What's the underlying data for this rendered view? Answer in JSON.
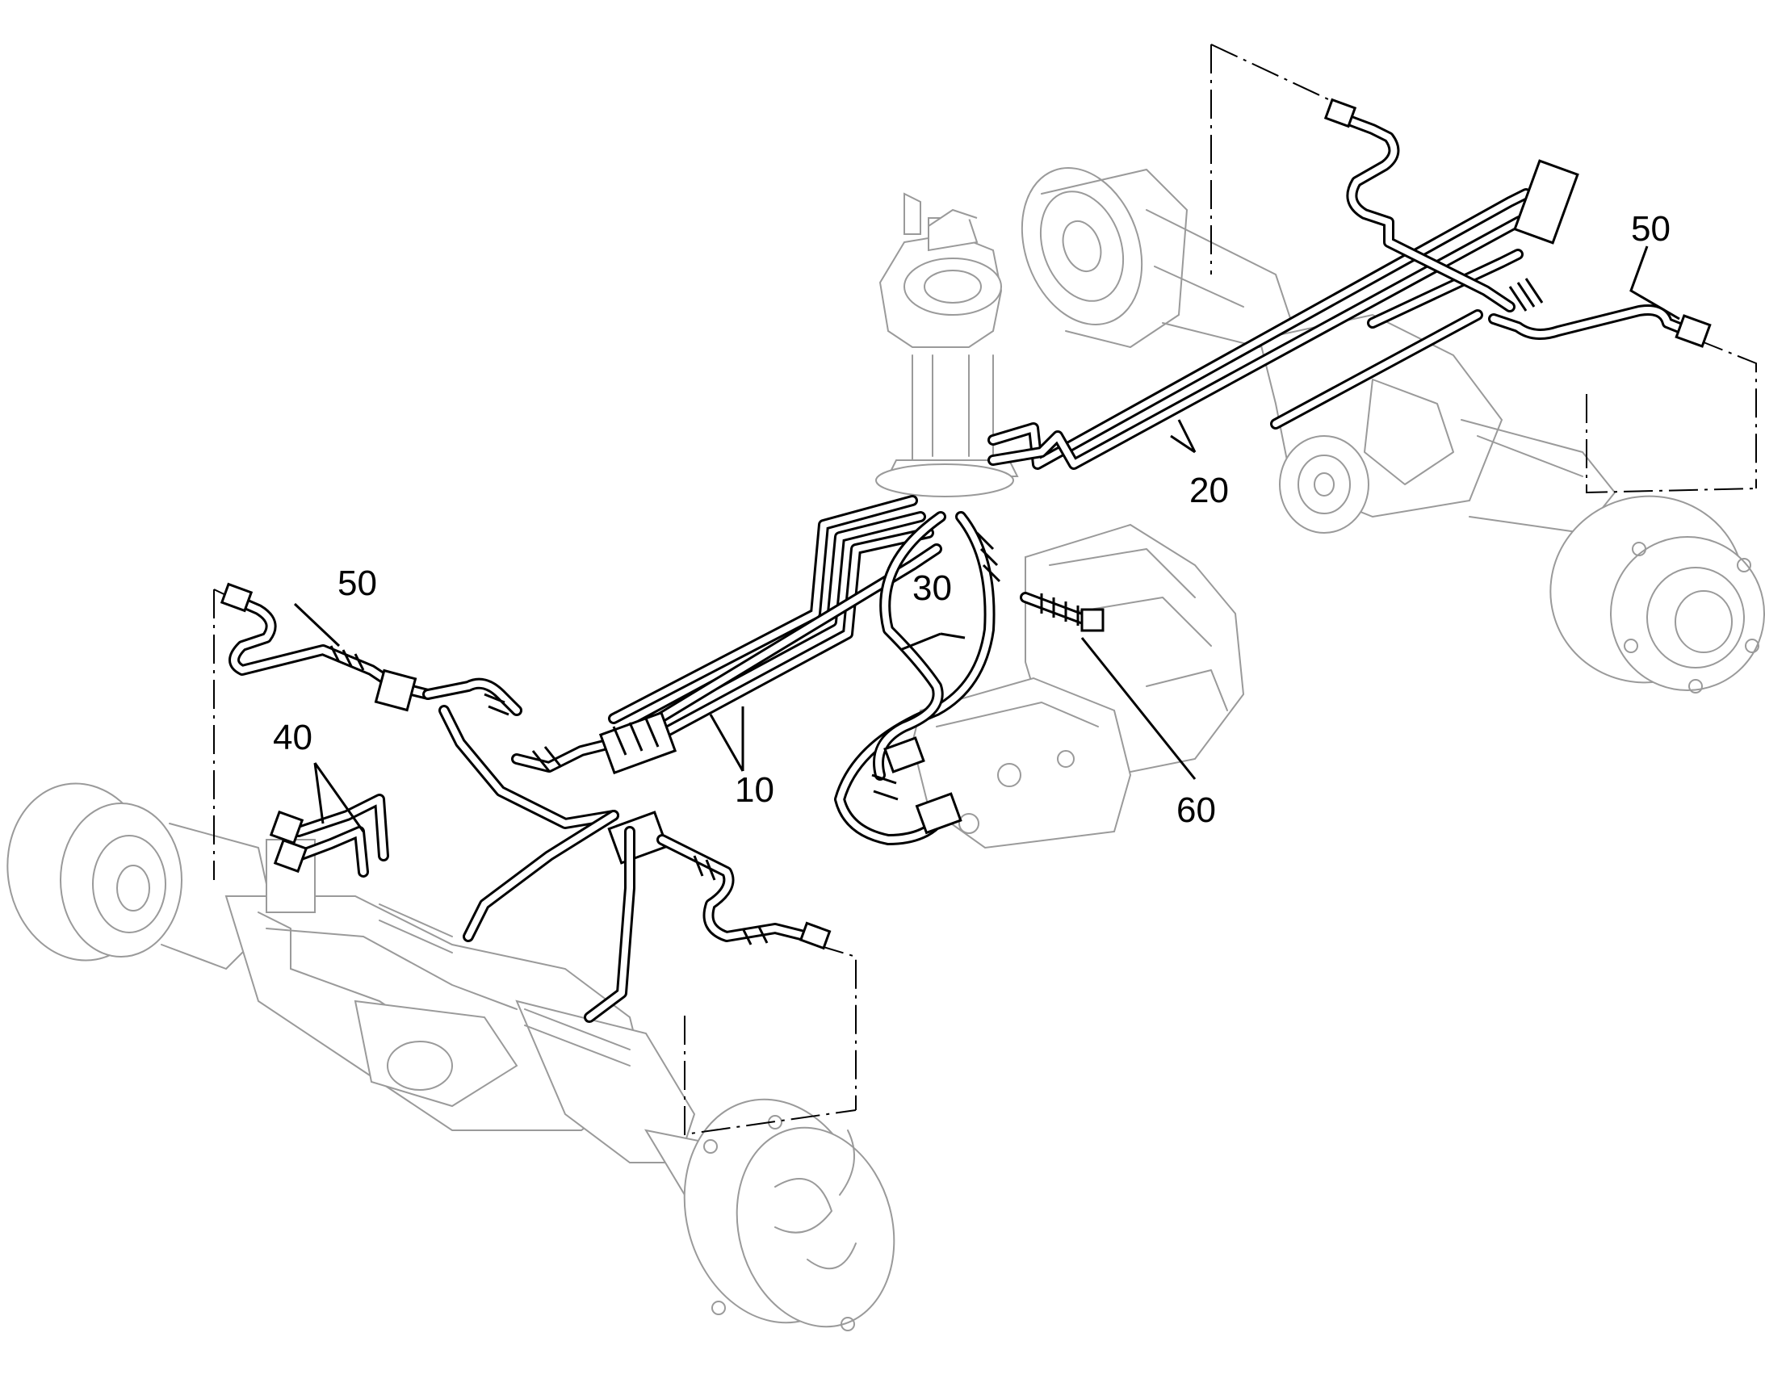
{
  "diagram": {
    "callouts": [
      {
        "id": "50-left",
        "label": "50"
      },
      {
        "id": "40",
        "label": "40"
      },
      {
        "id": "10",
        "label": "10"
      },
      {
        "id": "30",
        "label": "30"
      },
      {
        "id": "20",
        "label": "20"
      },
      {
        "id": "50-right",
        "label": "50"
      },
      {
        "id": "60",
        "label": "60"
      }
    ],
    "colors": {
      "line_art": "#000000",
      "ghost_components": "#9a9a9a",
      "background": "#ffffff"
    }
  }
}
